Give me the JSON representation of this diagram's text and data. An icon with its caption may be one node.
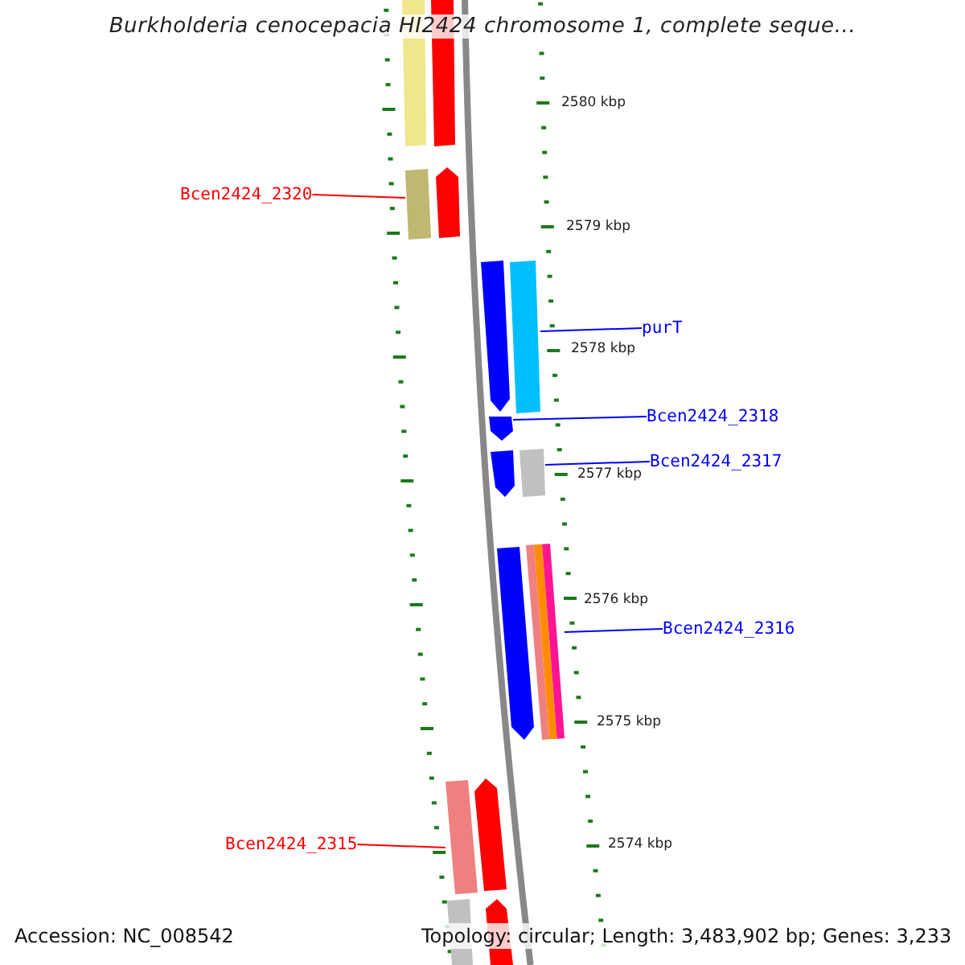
{
  "diagram": {
    "title": "Burkholderia cenocepacia HI2424 chromosome 1, complete seque...",
    "nodes": [
      {
        "text": [
          "Bcen2424_2320"
        ]
      },
      {
        "text": [],
        "shape": "bar"
      },
      {
        "text": [
          "purT"
        ]
      },
      {
        "text": [],
        "shape": "bar"
      },
      {
        "text": [
          "Bcen2424_2318"
        ]
      },
      {
        "text": [],
        "shape": "bar"
      },
      {
        "text": [
          "Bcen2424_2317"
        ]
      },
      {
        "text": [],
        "shape": "bar"
      },
      {
        "text": [
          "Bcen2424_2316"
        ]
      },
      {
        "text": [],
        "shape": "bar"
      },
      {
        "text": [
          "Bcen2424_2315"
        ]
      },
      {
        "text": [],
        "shape": "bar"
      }
    ],
    "edges": [
      {
        "from": 0,
        "to": 1,
        "arrow": "none",
        "color": "#ff0000"
      },
      {
        "from": 2,
        "to": 3,
        "arrow": "none"
      },
      {
        "from": 4,
        "to": 5,
        "arrow": "none"
      },
      {
        "from": 6,
        "to": 7,
        "arrow": "none"
      },
      {
        "from": 8,
        "to": 9,
        "arrow": "none"
      },
      {
        "from": 10,
        "to": 11,
        "arrow": "none",
        "color": "#ff0000"
      }
    ],
    "labels": [
      "2580 kbp",
      "2579 kbp",
      "2578 kbp",
      "2577 kbp",
      "2576 kbp",
      "2575 kbp",
      "2574 kbp",
      "Accession: NC_008542",
      "Topology: circular; Length: 3,483,902 bp; Genes: 3,233"
    ]
  }
}
